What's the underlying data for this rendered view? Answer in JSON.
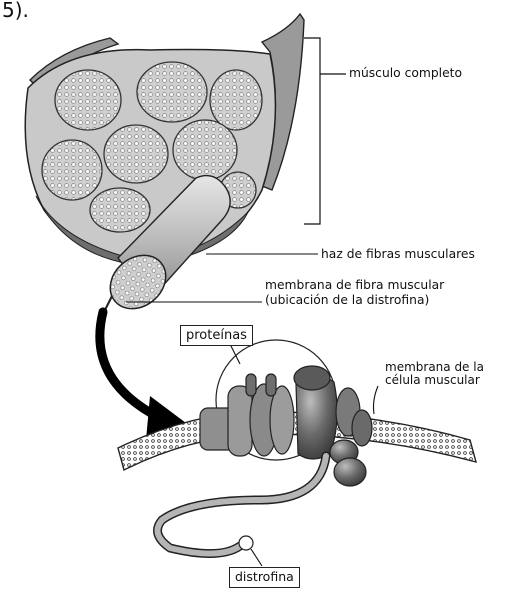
{
  "caption_fragment": "5).",
  "labels": {
    "musculo_completo": "músculo completo",
    "haz_de_fibras": "haz de fibras musculares",
    "membrana_fibra_line1": "membrana de fibra muscular",
    "membrana_fibra_line2": "(ubicación de la distrofina)",
    "proteinas": "proteínas",
    "membrana_celula_line1": "membrana de la",
    "membrana_celula_line2": "célula muscular",
    "distrofina": "distrofina"
  },
  "colors": {
    "ink": "#111111",
    "tissue_light": "#d6d6d6",
    "tissue_mid": "#a8a8a8",
    "tissue_dark": "#5a5a5a",
    "protein_dark": "#4a4a4a",
    "protein_mid": "#8a8a8a",
    "dystrophin_tail": "#b0b0b0"
  }
}
